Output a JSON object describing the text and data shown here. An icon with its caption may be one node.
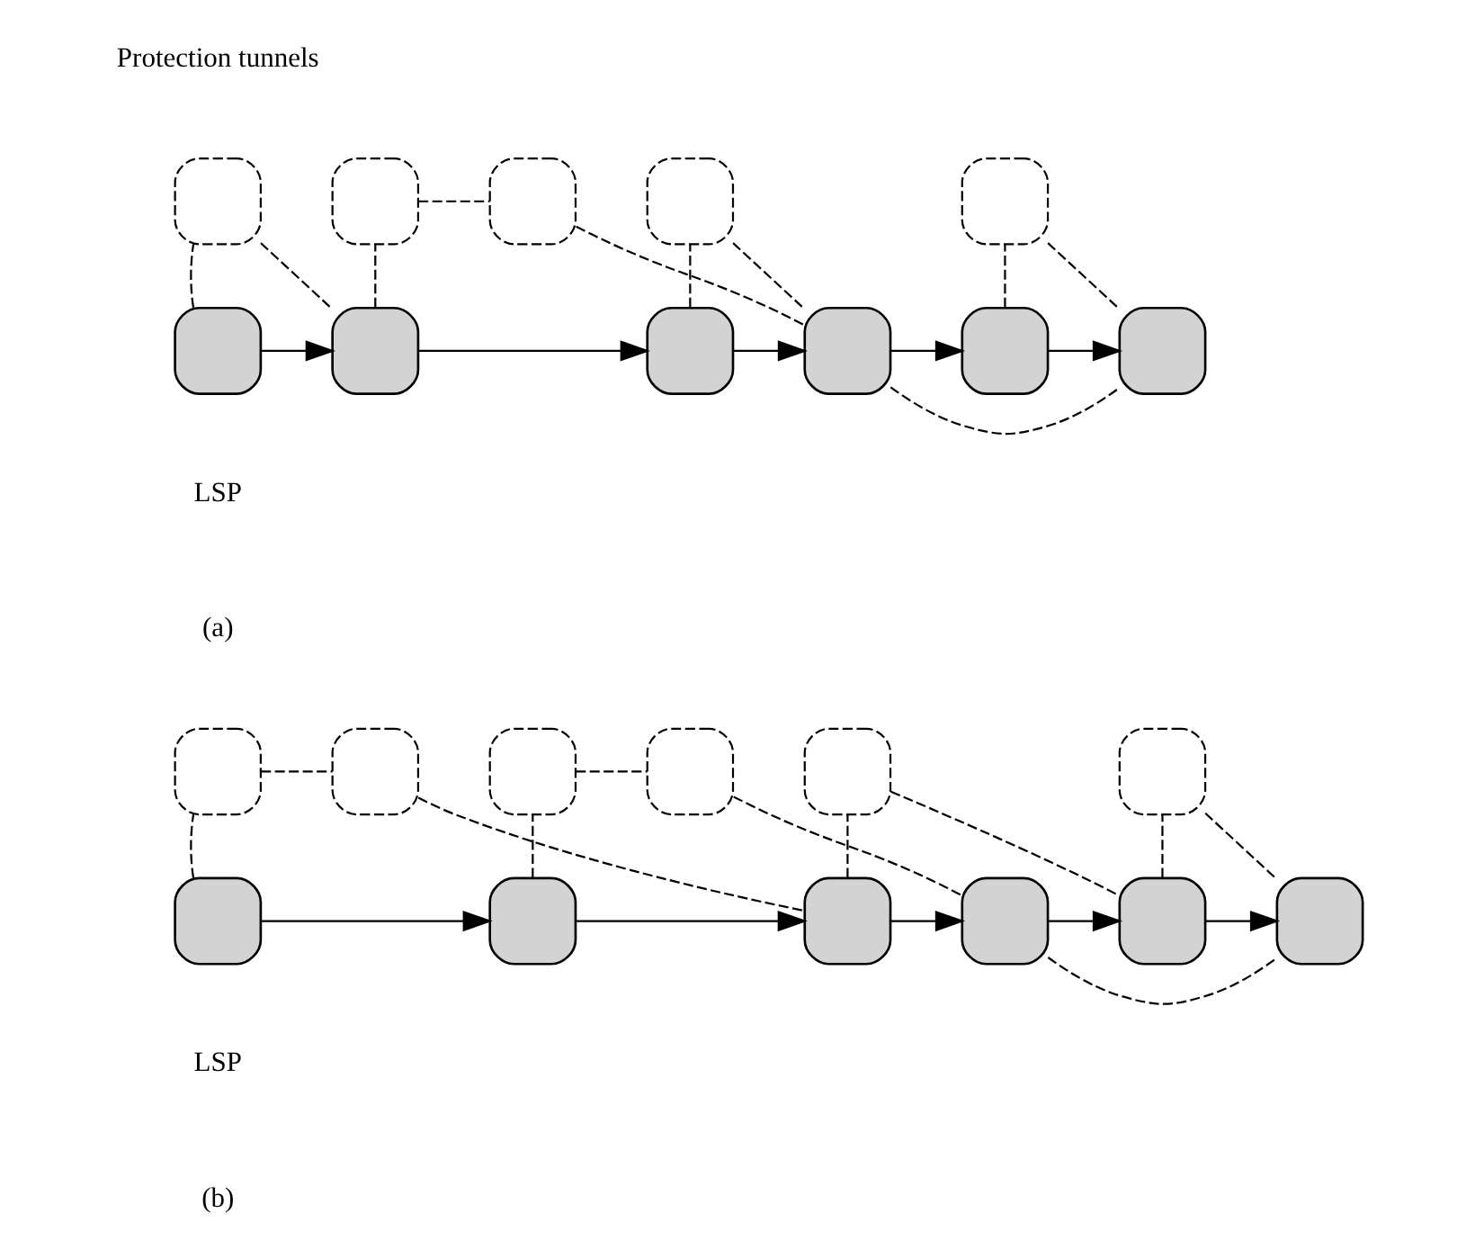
{
  "diagram": {
    "nodes": [
      {
        "text": [],
        "shape": "box"
      },
      {
        "text": [],
        "shape": "box"
      },
      {
        "text": [],
        "shape": "box"
      },
      {
        "text": [],
        "shape": "box"
      },
      {
        "text": [],
        "shape": "box"
      },
      {
        "text": [],
        "shape": "box"
      },
      {
        "text": [],
        "shape": "box"
      },
      {
        "text": [],
        "shape": "box"
      },
      {
        "text": [],
        "shape": "box"
      },
      {
        "text": [],
        "shape": "box"
      },
      {
        "text": [],
        "shape": "box"
      },
      {
        "text": [],
        "shape": "box"
      },
      {
        "text": [],
        "shape": "box"
      },
      {
        "text": [],
        "shape": "box"
      },
      {
        "text": [],
        "shape": "box"
      },
      {
        "text": [],
        "shape": "box"
      },
      {
        "text": [],
        "shape": "box"
      },
      {
        "text": [],
        "shape": "box"
      },
      {
        "text": [],
        "shape": "box"
      },
      {
        "text": [],
        "shape": "box"
      },
      {
        "text": [],
        "shape": "box"
      },
      {
        "text": [],
        "shape": "box"
      },
      {
        "text": [],
        "shape": "box"
      }
    ],
    "edges": [
      {
        "from": 0,
        "to": 1,
        "arrow": "to"
      },
      {
        "from": 1,
        "to": 2,
        "arrow": "to"
      },
      {
        "from": 2,
        "to": 3,
        "arrow": "to"
      },
      {
        "from": 3,
        "to": 4,
        "arrow": "to"
      },
      {
        "from": 4,
        "to": 5,
        "arrow": "to"
      },
      {
        "from": 0,
        "to": 6,
        "arrow": "none",
        "style": "dashed"
      },
      {
        "from": 6,
        "to": 1,
        "arrow": "none",
        "style": "dashed"
      },
      {
        "from": 1,
        "to": 7,
        "arrow": "none",
        "style": "dashed"
      },
      {
        "from": 7,
        "to": 8,
        "arrow": "none",
        "style": "dashed"
      },
      {
        "from": 8,
        "to": 3,
        "arrow": "none",
        "style": "dashed"
      },
      {
        "from": 2,
        "to": 9,
        "arrow": "none",
        "style": "dashed"
      },
      {
        "from": 9,
        "to": 3,
        "arrow": "none",
        "style": "dashed"
      },
      {
        "from": 3,
        "to": 5,
        "arrow": "none",
        "style": "dashed"
      },
      {
        "from": 4,
        "to": 10,
        "arrow": "none",
        "style": "dashed"
      },
      {
        "from": 10,
        "to": 5,
        "arrow": "none",
        "style": "dashed"
      },
      {
        "from": 11,
        "to": 12,
        "arrow": "to"
      },
      {
        "from": 12,
        "to": 13,
        "arrow": "to"
      },
      {
        "from": 13,
        "to": 14,
        "arrow": "to"
      },
      {
        "from": 14,
        "to": 15,
        "arrow": "to"
      },
      {
        "from": 15,
        "to": 16,
        "arrow": "to"
      },
      {
        "from": 11,
        "to": 17,
        "arrow": "none",
        "style": "dashed"
      },
      {
        "from": 17,
        "to": 18,
        "arrow": "none",
        "style": "dashed"
      },
      {
        "from": 18,
        "to": 13,
        "arrow": "none",
        "style": "dashed"
      },
      {
        "from": 12,
        "to": 19,
        "arrow": "none",
        "style": "dashed"
      },
      {
        "from": 19,
        "to": 20,
        "arrow": "none",
        "style": "dashed"
      },
      {
        "from": 20,
        "to": 14,
        "arrow": "none",
        "style": "dashed"
      },
      {
        "from": 13,
        "to": 21,
        "arrow": "none",
        "style": "dashed"
      },
      {
        "from": 21,
        "to": 15,
        "arrow": "none",
        "style": "dashed"
      },
      {
        "from": 14,
        "to": 16,
        "arrow": "none",
        "style": "dashed"
      },
      {
        "from": 15,
        "to": 22,
        "arrow": "none",
        "style": "dashed"
      },
      {
        "from": 22,
        "to": 16,
        "arrow": "none",
        "style": "dashed"
      }
    ],
    "labels": [
      "Protection tunnels",
      "LSP",
      "(a)",
      "LSP",
      "(b)"
    ]
  }
}
